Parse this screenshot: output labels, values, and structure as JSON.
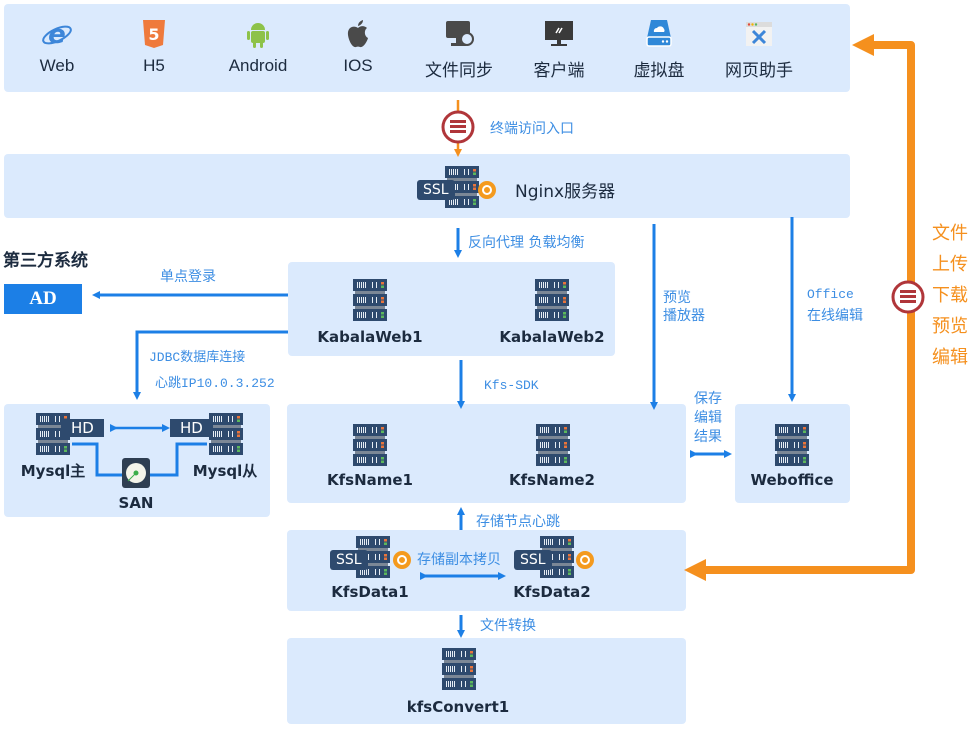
{
  "clients": [
    {
      "label": "Web",
      "icon": "internet-explorer-icon",
      "color": "#3d86d9"
    },
    {
      "label": "H5",
      "icon": "html5-icon",
      "color": "#ef7a3c"
    },
    {
      "label": "Android",
      "icon": "android-icon",
      "color": "#8dc249"
    },
    {
      "label": "IOS",
      "icon": "apple-icon",
      "color": "#4a4a4a"
    },
    {
      "label": "文件同步",
      "icon": "sync-monitor-icon",
      "color": "#4a4a4a"
    },
    {
      "label": "客户端",
      "icon": "desktop-monitor-icon",
      "color": "#3a3a3a"
    },
    {
      "label": "虚拟盘",
      "icon": "cloud-drive-icon",
      "color": "#2f88d8"
    },
    {
      "label": "网页助手",
      "icon": "browser-tools-icon",
      "color": "#3d86d9"
    }
  ],
  "entry": {
    "label": "终端访问入口",
    "icon": "firewall-icon"
  },
  "nginx": {
    "label": "Nginx服务器",
    "ssl": "SSL"
  },
  "notes": {
    "reverse_proxy": "反向代理 负载均衡",
    "preview_player": [
      "预览",
      "播放器"
    ],
    "office_edit": [
      "Office",
      "在线编辑"
    ],
    "kfs_sdk": "Kfs-SDK",
    "save_edit": [
      "保存",
      "编辑",
      "结果"
    ],
    "storage_heartbeat": "存储节点心跳",
    "replica_copy": "存储副本拷贝",
    "file_convert": "文件转换",
    "sso": "单点登录",
    "jdbc": "JDBC数据库连接",
    "heartbeat_ip": "心跳IP10.0.3.252"
  },
  "third_party": {
    "title": "第三方系统",
    "ad_label": "AD"
  },
  "web_nodes": [
    "KabalaWeb1",
    "KabalaWeb2"
  ],
  "name_nodes": [
    "KfsName1",
    "KfsName2"
  ],
  "weboffice": "Weboffice",
  "data_nodes": [
    "KfsData1",
    "KfsData2"
  ],
  "convert_node": "kfsConvert1",
  "mysql": {
    "master": "Mysql主",
    "slave": "Mysql从",
    "san": "SAN",
    "hd": "HD"
  },
  "orange_flow": {
    "lines": [
      "文件",
      "上传",
      "下载",
      "预览",
      "编辑"
    ],
    "icon": "firewall-icon"
  },
  "colors": {
    "panel": "#dbeafd",
    "blue_arrow": "#1c7fe6",
    "orange_arrow": "#f5901e",
    "ad_box": "#1c7fe6",
    "firewall": "#b0363a",
    "text_dark": "#1c2b3f"
  }
}
